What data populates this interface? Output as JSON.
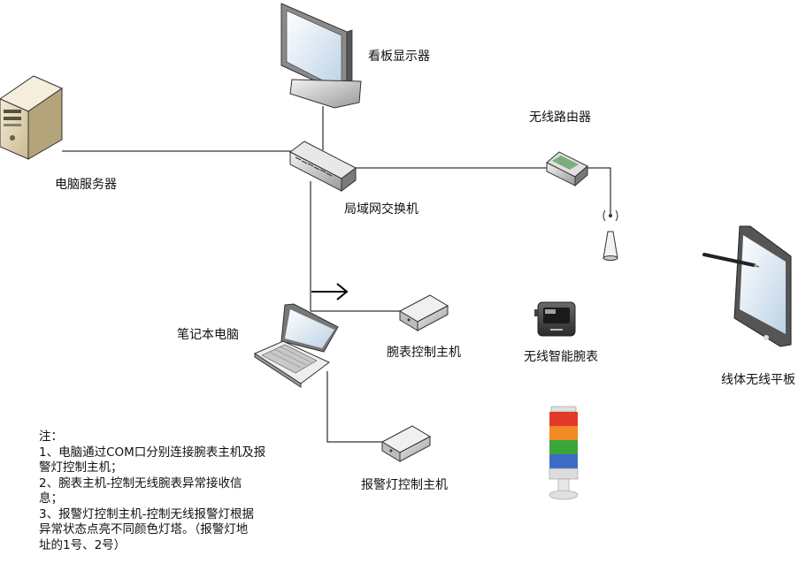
{
  "labels": {
    "kanban_monitor": "看板显示器",
    "pc_server": "电脑服务器",
    "wireless_router": "无线路由器",
    "lan_switch": "局域网交换机",
    "laptop": "笔记本电脑",
    "watch_host": "腕表控制主机",
    "smart_watch": "无线智能腕表",
    "tablet": "线体无线平板",
    "alarm_host": "报警灯控制主机"
  },
  "note": {
    "title": "注：",
    "lines": [
      "1、电脑通过COM口分别连接腕表主机及报",
      "警灯控制主机；",
      "2、腕表主机-控制无线腕表异常接收信",
      "息；",
      "3、报警灯控制主机-控制无线报警灯根据",
      "异常状态点亮不同颜色灯塔。（报警灯地",
      "址的1号、2号）"
    ]
  },
  "colors": {
    "tower_red": "#e23a2a",
    "tower_orange": "#f08a24",
    "tower_green": "#3aa63a",
    "tower_blue": "#3d6bc7",
    "line": "#000000"
  }
}
